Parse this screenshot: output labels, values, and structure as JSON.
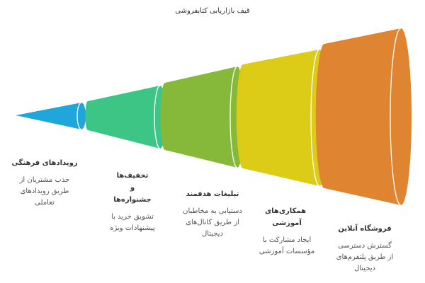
{
  "title": "قیف بازاریابی کتابفروشی",
  "stages": [
    {
      "title": "رویدادهای فرهنگی",
      "description": "جذب مشتریان از طریق رویدادهای تعاملی",
      "color": "#1fa6da"
    },
    {
      "title": "تخفیف‌ها و جشنواره‌ها",
      "description": "تشویق خرید با پیشنهادات ویژه",
      "color": "#3cc585"
    },
    {
      "title": "تبلیغات هدفمند",
      "description": "دستیابی به مخاطبان از طریق کانال‌های دیجیتال",
      "color": "#86b839"
    },
    {
      "title": "همکاری‌های آموزشی",
      "description": "ایجاد مشارکت با مؤسسات آموزشی",
      "color": "#dccb17"
    },
    {
      "title": "فروشگاه آنلاین",
      "description": "گسترش دسترسی از طریق پلتفرم‌های دیجیتال",
      "color": "#df8431"
    }
  ]
}
